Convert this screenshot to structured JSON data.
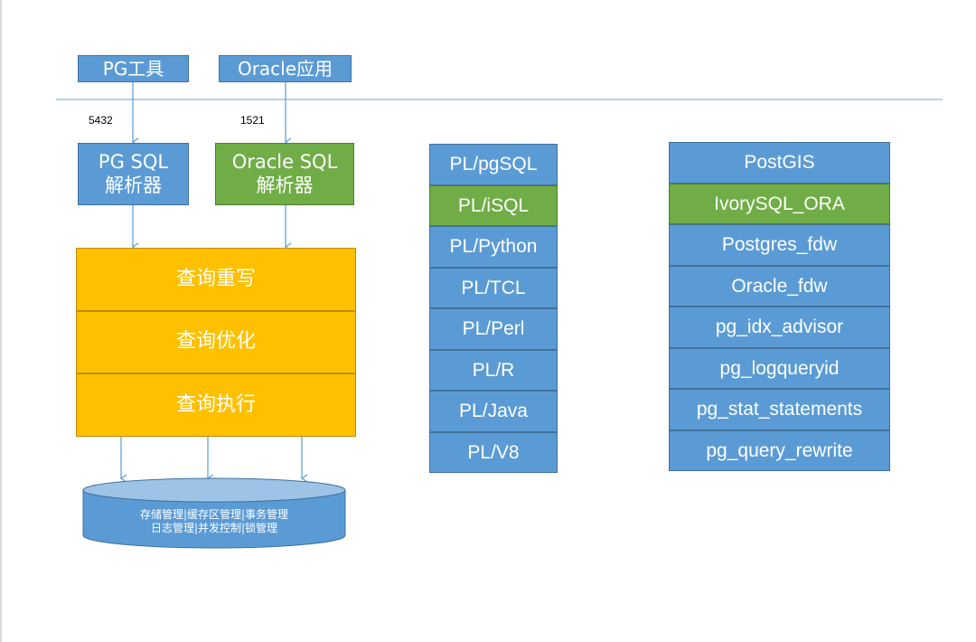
{
  "sources": {
    "pg_tool": "PG工具",
    "oracle_app": "Oracle应用"
  },
  "ports": {
    "pg": "5432",
    "oracle": "1521"
  },
  "parsers": {
    "pg_line1": "PG SQL",
    "pg_line2": "解析器",
    "oracle_line1": "Oracle SQL",
    "oracle_line2": "解析器"
  },
  "pipeline": {
    "rewrite": "查询重写",
    "optimize": "查询优化",
    "execute": "查询执行"
  },
  "storage": {
    "line1": "存储管理|缓存区管理|事务管理",
    "line2": "日志管理|并发控制|锁管理"
  },
  "procedural_languages": [
    {
      "label": "PL/pgSQL",
      "color": "blue"
    },
    {
      "label": "PL/iSQL",
      "color": "green"
    },
    {
      "label": "PL/Python",
      "color": "blue"
    },
    {
      "label": "PL/TCL",
      "color": "blue"
    },
    {
      "label": "PL/Perl",
      "color": "blue"
    },
    {
      "label": "PL/R",
      "color": "blue"
    },
    {
      "label": "PL/Java",
      "color": "blue"
    },
    {
      "label": "PL/V8",
      "color": "blue"
    }
  ],
  "extensions": [
    {
      "label": "PostGIS",
      "color": "blue"
    },
    {
      "label": "IvorySQL_ORA",
      "color": "green"
    },
    {
      "label": "Postgres_fdw",
      "color": "blue"
    },
    {
      "label": "Oracle_fdw",
      "color": "blue"
    },
    {
      "label": "pg_idx_advisor",
      "color": "blue"
    },
    {
      "label": "pg_logqueryid",
      "color": "blue"
    },
    {
      "label": "pg_stat_statements",
      "color": "blue"
    },
    {
      "label": "pg_query_rewrite",
      "color": "blue"
    }
  ],
  "colors": {
    "blue": "#5b9bd5",
    "green": "#70ad47",
    "yellow": "#ffc000",
    "connector": "#5b9bd5"
  }
}
